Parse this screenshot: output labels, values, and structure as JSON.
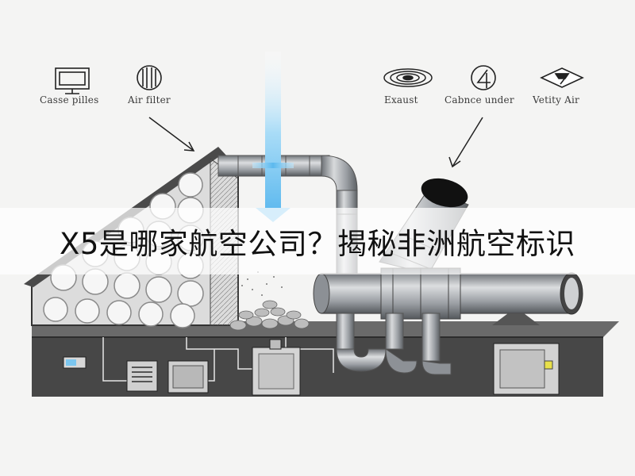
{
  "labels": {
    "casse_piles": "Casse pilles",
    "air_filter": "Air filter",
    "exhaust": "Exaust",
    "cabinet_under": "Cabnce under",
    "verity_air": "Vetity Air"
  },
  "headline": "X5是哪家航空公司？揭秘非洲航空标识",
  "colors": {
    "airflow": "#7cc8f0",
    "pipe": "#9a9ea3",
    "wall": "#3d3d3d",
    "background": "#f4f4f3"
  },
  "icons": [
    "monitor-icon",
    "filter-icon",
    "spiral-icon",
    "number-four-icon",
    "diamond-icon"
  ]
}
